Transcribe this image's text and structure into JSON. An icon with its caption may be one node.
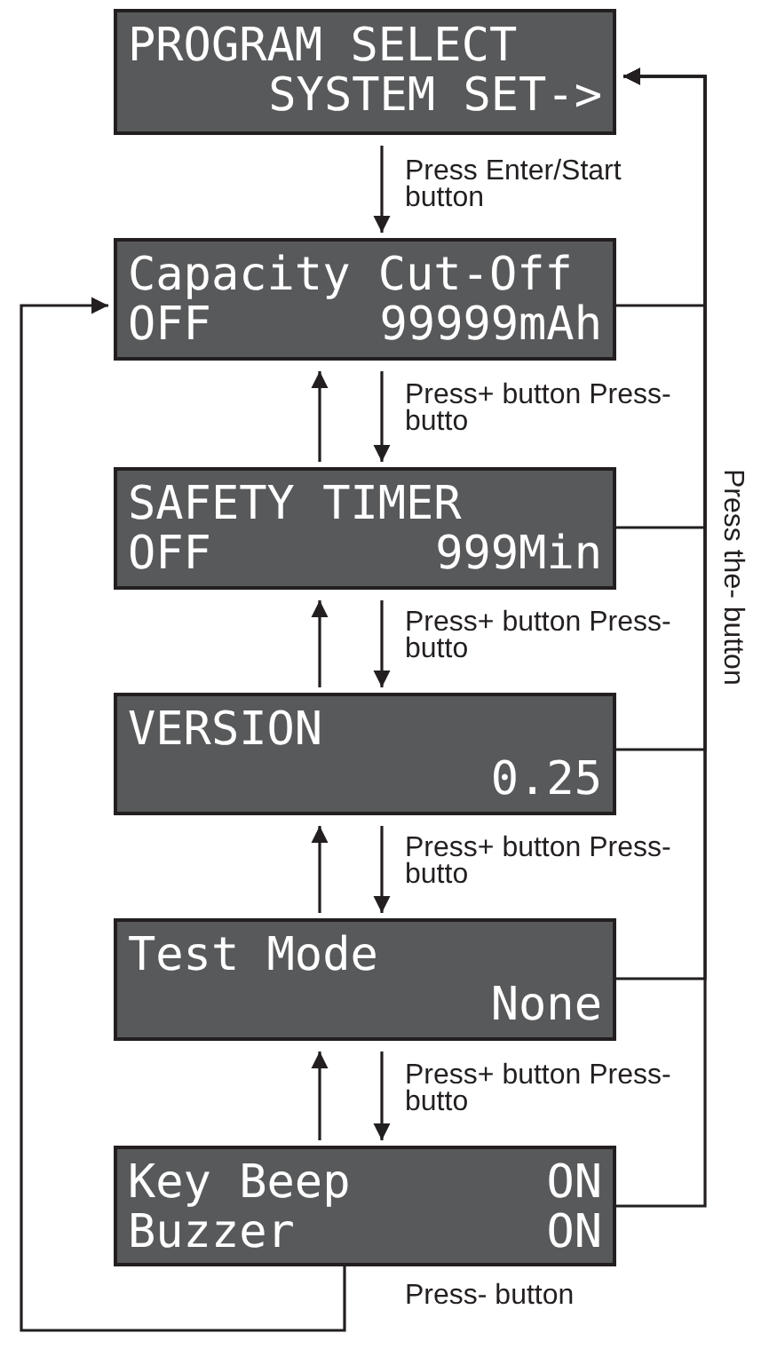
{
  "diagram": {
    "nodes": [
      {
        "text": [
          "PROGRAM SELECT",
          "SYSTEM SET->"
        ]
      },
      {
        "text": [
          "Capacity Cut-Off",
          "OFF",
          "99999mAh"
        ]
      },
      {
        "text": [
          "SAFETY TIMER",
          "OFF",
          "999Min"
        ]
      },
      {
        "text": [
          "VERSION",
          "0.25"
        ]
      },
      {
        "text": [
          "Test Mode",
          "None"
        ]
      },
      {
        "text": [
          "Key Beep",
          "ON",
          "Buzzer",
          "ON"
        ]
      }
    ],
    "edges": [
      {
        "from": 0,
        "to": 1,
        "arrow": "to",
        "label": "Press Enter/Start button"
      },
      {
        "from": 1,
        "to": 2,
        "arrow": "to",
        "label": "Press+ button Press- butto"
      },
      {
        "from": 2,
        "to": 1,
        "arrow": "to"
      },
      {
        "from": 2,
        "to": 3,
        "arrow": "to",
        "label": "Press+ button Press- butto"
      },
      {
        "from": 3,
        "to": 2,
        "arrow": "to"
      },
      {
        "from": 3,
        "to": 4,
        "arrow": "to",
        "label": "Press+ button Press- butto"
      },
      {
        "from": 4,
        "to": 3,
        "arrow": "to"
      },
      {
        "from": 4,
        "to": 5,
        "arrow": "to",
        "label": "Press+ button Press- butto"
      },
      {
        "from": 5,
        "to": 4,
        "arrow": "to"
      },
      {
        "from": 1,
        "to": 0,
        "arrow": "to"
      },
      {
        "from": 2,
        "to": 0,
        "arrow": "to"
      },
      {
        "from": 3,
        "to": 0,
        "arrow": "to"
      },
      {
        "from": 4,
        "to": 0,
        "arrow": "to"
      },
      {
        "from": 5,
        "to": 0,
        "arrow": "to"
      },
      {
        "from": 5,
        "to": 1,
        "arrow": "to",
        "label": "Press- button"
      }
    ],
    "labels": [
      "Press the- button"
    ]
  }
}
